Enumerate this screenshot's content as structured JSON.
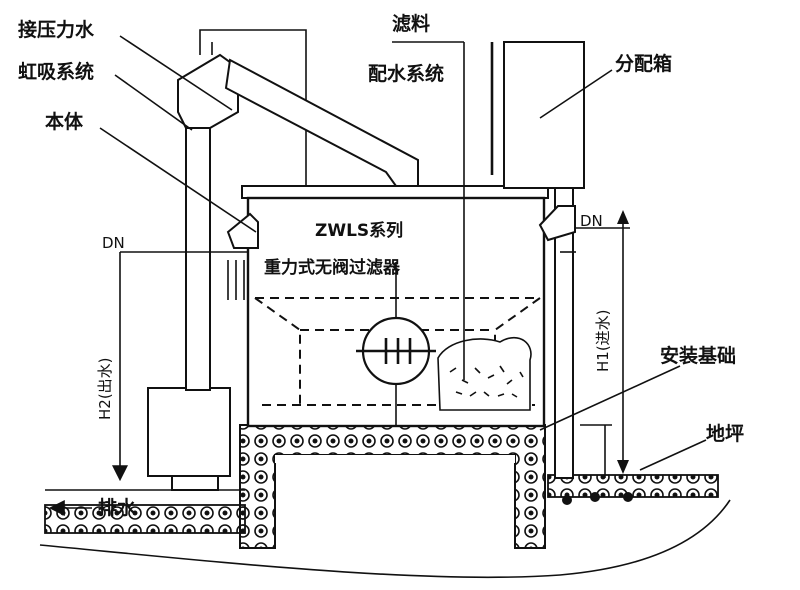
{
  "labels": {
    "pressure_water": "接压力水",
    "siphon_system": "虹吸系统",
    "body": "本体",
    "filter_media": "滤料",
    "water_distribution": "配水系统",
    "distribution_box": "分配箱",
    "model_series": "ZWLS系列",
    "product_name": "重力式无阀过滤器",
    "dn_left": "DN",
    "dn_right": "DN",
    "h2_outlet": "H2(出水)",
    "h1_inlet": "H1(进水)",
    "foundation": "安装基础",
    "ground": "地坪",
    "drain": "排水"
  },
  "colors": {
    "line": "#111111",
    "background": "#ffffff"
  }
}
